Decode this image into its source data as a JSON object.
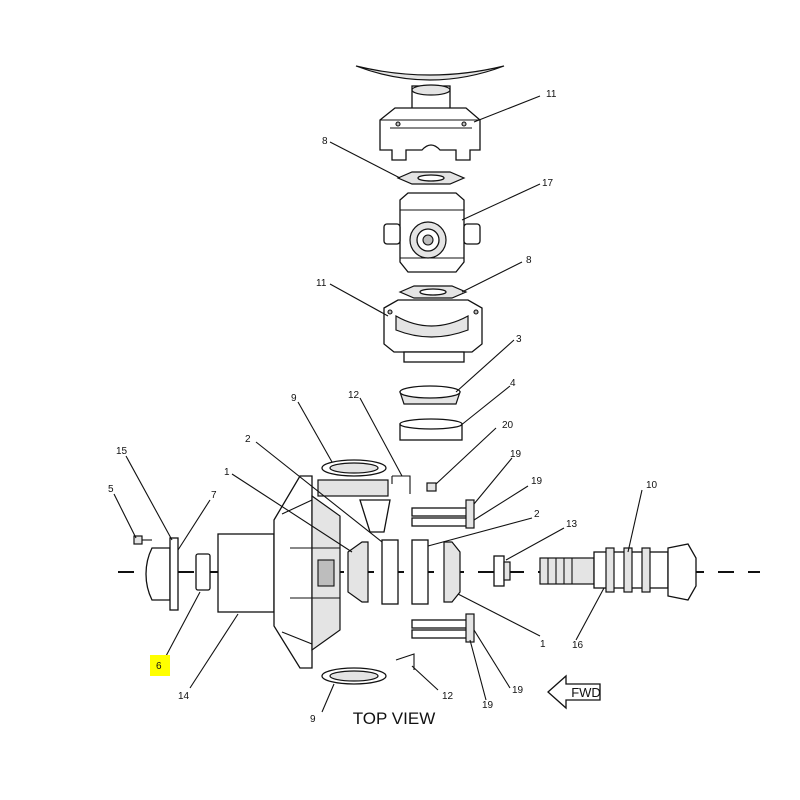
{
  "diagram": {
    "title": "TOP VIEW",
    "direction_label": "FWD",
    "highlight_color": "#ffff00",
    "callouts": {
      "c11a": "11",
      "c8a": "8",
      "c17": "17",
      "c8b": "8",
      "c11b": "11",
      "c3": "3",
      "c4": "4",
      "c20": "20",
      "c9a": "9",
      "c12a": "12",
      "c2a": "2",
      "c1a": "1",
      "c15": "15",
      "c5": "5",
      "c7": "7",
      "c19a": "19",
      "c19b": "19",
      "c2b": "2",
      "c13": "13",
      "c10": "10",
      "c6": "6",
      "c14": "14",
      "c1b": "1",
      "c16": "16",
      "c9b": "9",
      "c12b": "12",
      "c19c": "19",
      "c19d": "19"
    }
  }
}
